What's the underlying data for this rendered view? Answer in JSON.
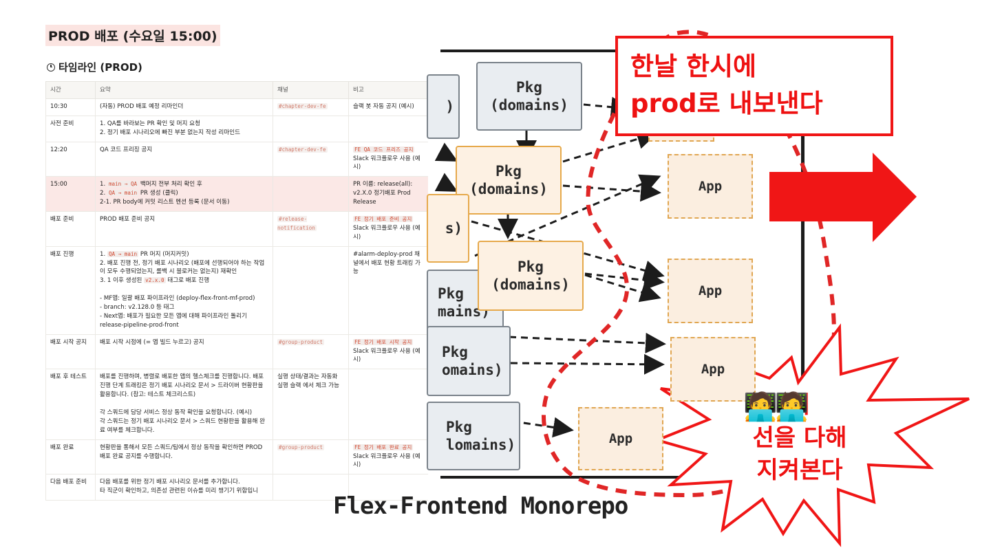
{
  "doc": {
    "title": "PROD 배포 (수요일 15:00)",
    "timeline_heading": "타임라인 (PROD)",
    "columns": [
      "시간",
      "요약",
      "채널",
      "비고"
    ],
    "rows": [
      {
        "time": "10:30",
        "summary": "(자동) PROD 배포 예정 리마인더",
        "channel": "#chapter-dev-fe",
        "note": "슬랙 봇 자동 공지 (예시)"
      },
      {
        "time": "사전 준비",
        "summary": "1. QA를 바라보는 PR 확인 및 머지 요청\n2. 정기 배포 시나리오에 빠진 부분 없는지 작성 리마인드",
        "channel": "",
        "note": ""
      },
      {
        "time": "12:20",
        "summary": "QA 코드 프리징 공지",
        "channel": "#chapter-dev-fe",
        "note_tag": "FE QA 코드 프리즈 공지",
        "note": "Slack 워크플로우 사용 (예시)"
      },
      {
        "time": "15:00",
        "summary_code1": "main → QA",
        "summary_a": "백머지 전부 처리 확인 후",
        "summary_code2": "QA → main",
        "summary_b": "PR 생성 (클릭)",
        "summary_c": "2-1. PR body에 커밋 리스트 멘션 등록 (문서 이동)",
        "channel": "",
        "note": "PR 이름: release(all): v2.X.0 정기배포 Prod Release"
      },
      {
        "time": "배포 준비",
        "summary": "PROD 배포 준비 공지",
        "channel": "#release-notification",
        "note_tag": "FE 정기 배포 준비 공지",
        "note": "Slack 워크플로우 사용 (예시)"
      },
      {
        "time": "배포 진행",
        "summary_code1": "QA → main",
        "summary_a": "PR 머지 (머지커밋)",
        "summary_b": "2. 배포 진행 전, 정기 배포 시나리오 (배포에 선행되어야 하는 작업이 모두 수행되었는지, 롤백 시 블로커는 없는지) 재확인",
        "summary_c": "3. 1 이후 생성된",
        "summary_code2": "v2.x.0",
        "summary_d": "태그로 배포 진행",
        "summary_e": "- MF앱: 일괄 배포 파이프라인 (deploy-flex-front-mf-prod)\n  - branch: v2.128.0 등 태그\n- Next앱: 배포가 필요한 모든 앱에 대해 파이프라인 돌리기 release-pipeline-prod-front",
        "channel": "",
        "note": "#alarm-deploy-prod 채널에서 배포 현황 트래킹 가능"
      },
      {
        "time": "배포 시작 공지",
        "summary": "배포 시작 시점에 (= 앱 빌드 누르고) 공지",
        "channel": "#group-product",
        "note_tag": "FE 정기 배포 시작 공지",
        "note": "Slack 워크플로우 사용 (예시)"
      },
      {
        "time": "배포 후 테스트",
        "summary": "배포를 진행하며, 병렬로 배포한 앱의 헬스체크를 진행합니다. 배포 진행 단계 트래킹은 정기 배포 시나리오 문서 > 드라이버 현황판을 활용합니다. (참고: 테스트 체크리스트)\n\n각 스쿼드에 담당 서비스 정상 동작 확인을 요청합니다. (예시)\n각 스쿼드는 정기 배포 시나리오 문서 > 스쿼드 현황판을 활용해 완료 여부를 체크합니다.",
        "channel": "실행 상태/결과는 자동화 실행 슬랙 에서 체크 가능",
        "note": ""
      },
      {
        "time": "배포 완료",
        "summary": "현황판을 통해서 모든 스쿼드/팀에서 정상 동작을 확인하면 PROD 배포 완료 공지를 수행합니다.",
        "channel": "#group-product",
        "note_tag": "FE 정기 배포 완료 공지",
        "note": "Slack 워크플로우 사용 (예시)"
      },
      {
        "time": "다음 배포 준비",
        "summary": "다음 배포를 위한 정기 배포 시나리오 문서를 추가합니다.\n타 직군이 확인하고, 의존성 관련된 이슈를 미리 챙기기 위함입니",
        "channel": "",
        "note": ""
      }
    ]
  },
  "diagram": {
    "pkg_label": "Pkg\n(domains)",
    "pkg_partial_1": ")",
    "pkg_partial_2": "s)",
    "pkg_partial_3": "Pkg\nmains)",
    "pkg_partial_4": "Pkg\nomains)",
    "pkg_partial_5": "Pkg\nlomains)",
    "app_label": "App",
    "callout_text": "한날 한시에\nprod로 내보낸다",
    "monorepo_label": "Flex-Frontend Monorepo",
    "burst_emoji": "🧑‍💻🧑‍💻",
    "burst_text": "    최\n선을 다해\n지켜본다",
    "colors": {
      "accent_red": "#ee1111",
      "pkg_orange": "#fdf1e3",
      "pkg_gray": "#e9edf1"
    }
  }
}
